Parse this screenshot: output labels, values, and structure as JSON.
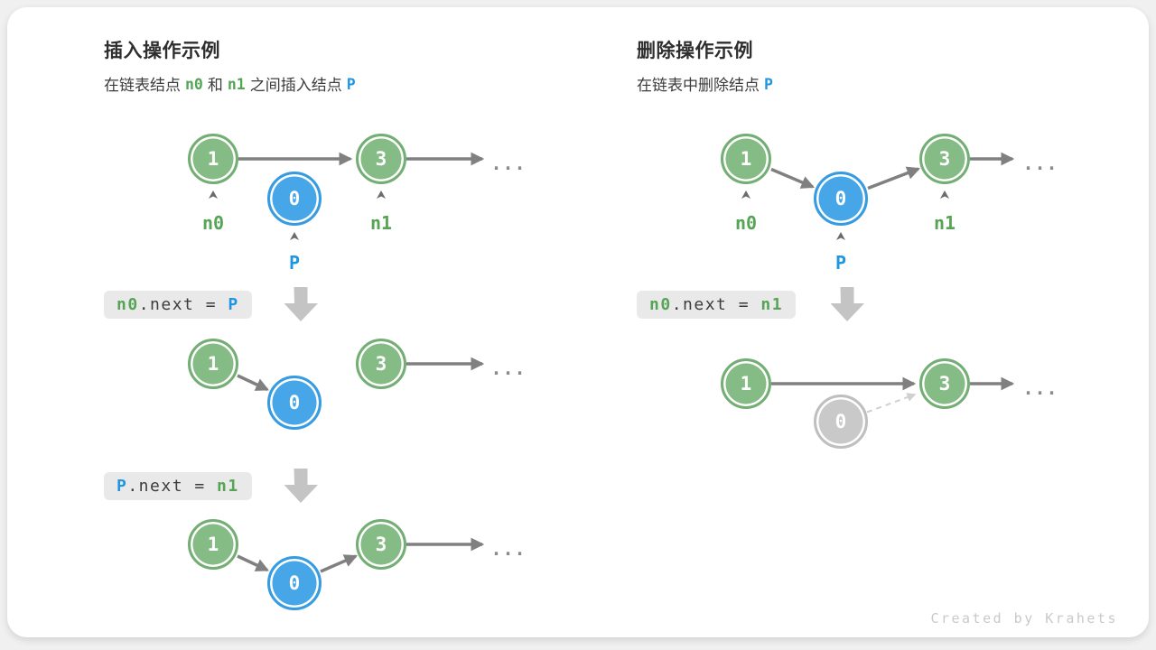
{
  "insert_section": {
    "title": "插入操作示例",
    "subtitle": {
      "t0": "在链表结点",
      "t1": "n0",
      "t2": "和",
      "t3": "n1",
      "t4": "之间插入结点",
      "t5": "P"
    },
    "code_step1": {
      "s0": "n0",
      "s1": ".next = ",
      "s2": "P"
    },
    "code_step2": {
      "s0": "P",
      "s1": ".next = ",
      "s2": "n1"
    }
  },
  "delete_section": {
    "title": "删除操作示例",
    "subtitle": {
      "t0": "在链表中删除结点",
      "t1": "P"
    },
    "code_step1": {
      "s0": "n0",
      "s1": ".next = ",
      "s2": "n1"
    }
  },
  "node_values": {
    "first": "1",
    "inserted": "0",
    "third": "3"
  },
  "pointer_labels": {
    "n0": "n0",
    "n1": "n1",
    "p": "P"
  },
  "misc": {
    "ellipsis": "...",
    "watermark": "Created by Krahets"
  },
  "icons": {
    "pointer": "caret-up-icon",
    "proceed": "block-arrow-down-icon",
    "link": "arrow-right-icon"
  },
  "colors": {
    "node_green": "#85bb85",
    "node_blue": "#46a6e7",
    "node_gray": "#c9c9c9",
    "text_green": "#56a456",
    "text_blue": "#1e96e0",
    "arrow": "#808080",
    "code_bg": "#e9e9e9",
    "card_bg": "#ffffff"
  }
}
